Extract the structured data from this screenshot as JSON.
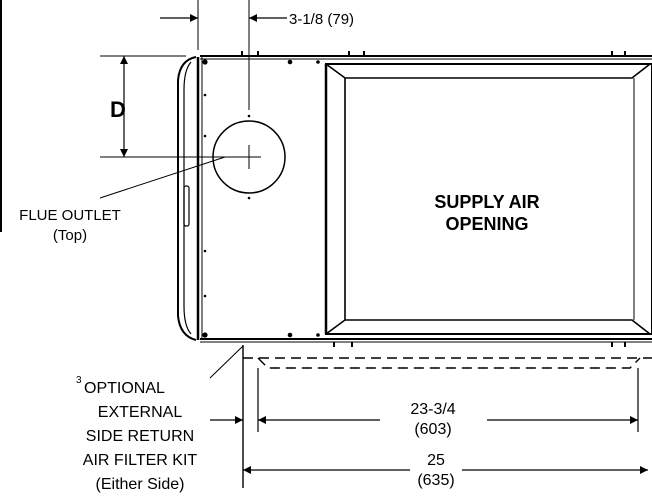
{
  "dimensions": {
    "top_offset": "3-1/8 (79)",
    "vertical_dim_letter": "D",
    "inner_width_fraction": "23-3/4",
    "inner_width_mm": "(603)",
    "overall_width_fraction": "25",
    "overall_width_mm": "(635)"
  },
  "labels": {
    "flue_outlet_line1": "FLUE OUTLET",
    "flue_outlet_line2": "(Top)",
    "supply_air_line1": "SUPPLY AIR",
    "supply_air_line2": "OPENING",
    "footnote_mark": "3",
    "optional_line1": "OPTIONAL",
    "optional_line2": "EXTERNAL",
    "optional_line3": "SIDE RETURN",
    "optional_line4": "AIR FILTER KIT",
    "optional_line5": "(Either Side)"
  }
}
